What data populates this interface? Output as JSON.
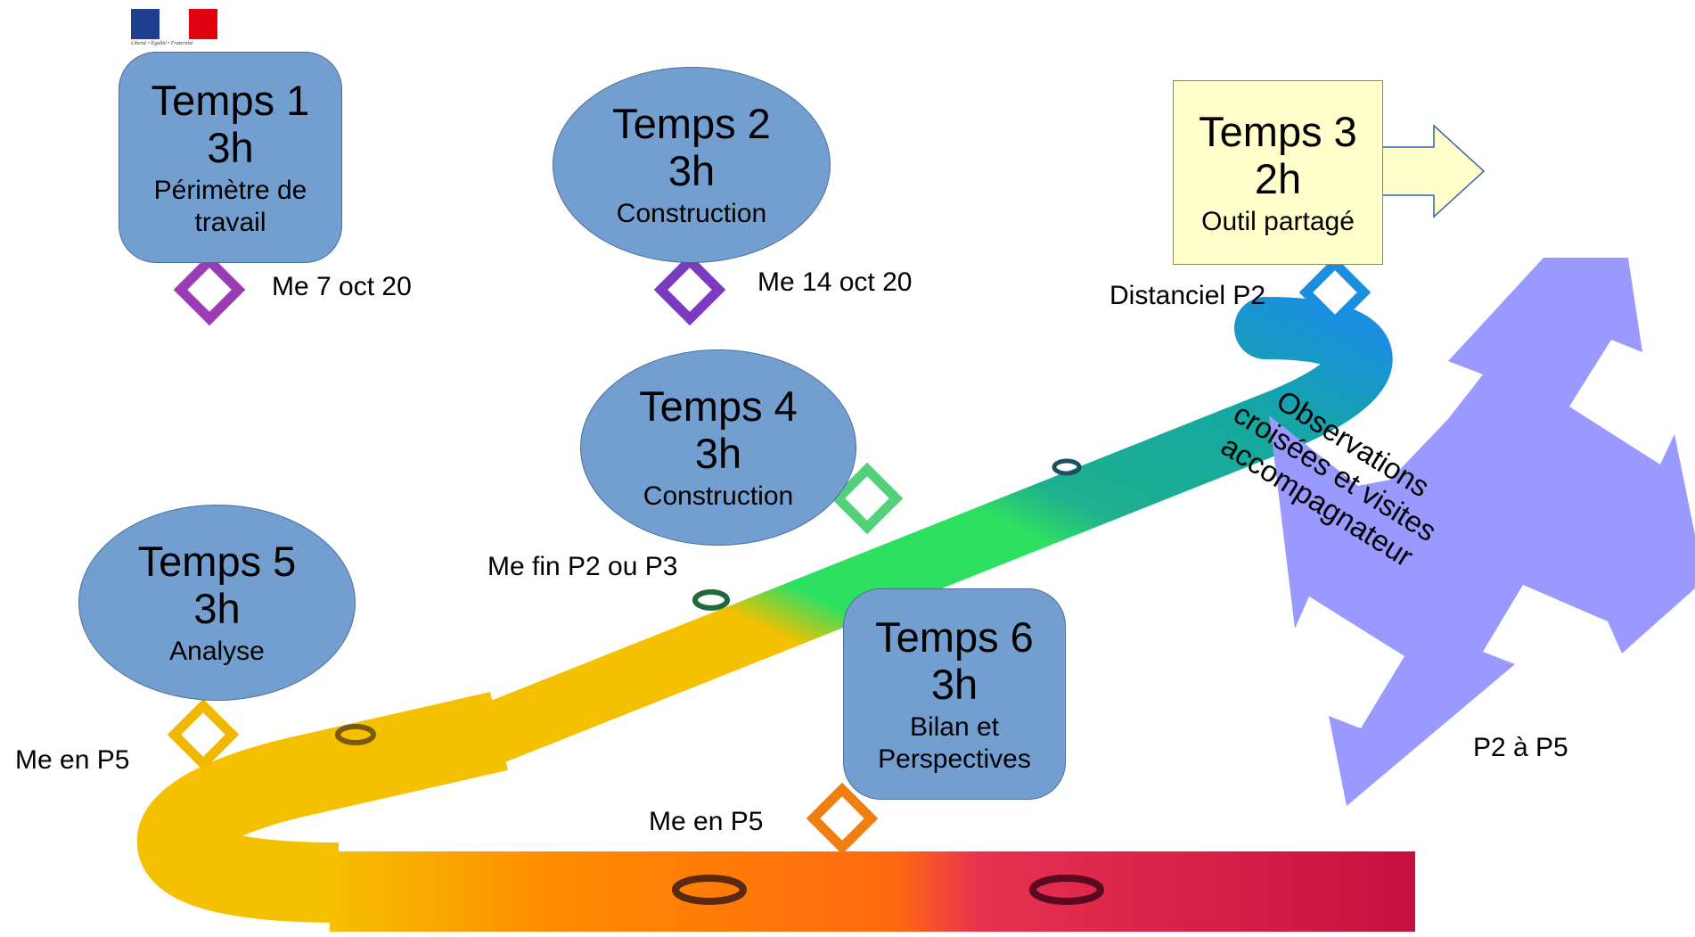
{
  "logo": {
    "motto": "Liberté • Égalité • Fraternité",
    "colors": [
      "#1e3f8f",
      "#ffffff",
      "#e1000f"
    ]
  },
  "colors": {
    "node_fill": "#729fcf",
    "temps3_fill": "#ffffcc",
    "cross_arrow": "#9999ff"
  },
  "nodes": [
    {
      "id": "temps1",
      "title": "Temps 1",
      "duration": "3h",
      "subtitle": "Périmètre de travail",
      "date": "Me 7 oct 20",
      "milestone_color": "#9b3bb5"
    },
    {
      "id": "temps2",
      "title": "Temps 2",
      "duration": "3h",
      "subtitle": "Construction",
      "date": "Me 14 oct 20",
      "milestone_color": "#7b3bc0"
    },
    {
      "id": "temps3",
      "title": "Temps 3",
      "duration": "2h",
      "subtitle": "Outil partagé",
      "date": "Distanciel P2",
      "milestone_color": "#1a8fe0"
    },
    {
      "id": "temps4",
      "title": "Temps 4",
      "duration": "3h",
      "subtitle": "Construction",
      "date": "Me fin P2 ou P3",
      "milestone_color": "#52d07a"
    },
    {
      "id": "temps5",
      "title": "Temps 5",
      "duration": "3h",
      "subtitle": "Analyse",
      "date": "Me en P5",
      "milestone_color": "#f2b800"
    },
    {
      "id": "temps6",
      "title": "Temps 6",
      "duration": "3h",
      "subtitle": "Bilan et Perspectives",
      "date": "Me en P5",
      "milestone_color": "#f07f10"
    }
  ],
  "observations": {
    "text": "Observations croisées et visites accompagnateur",
    "period": "P2 à P5"
  }
}
